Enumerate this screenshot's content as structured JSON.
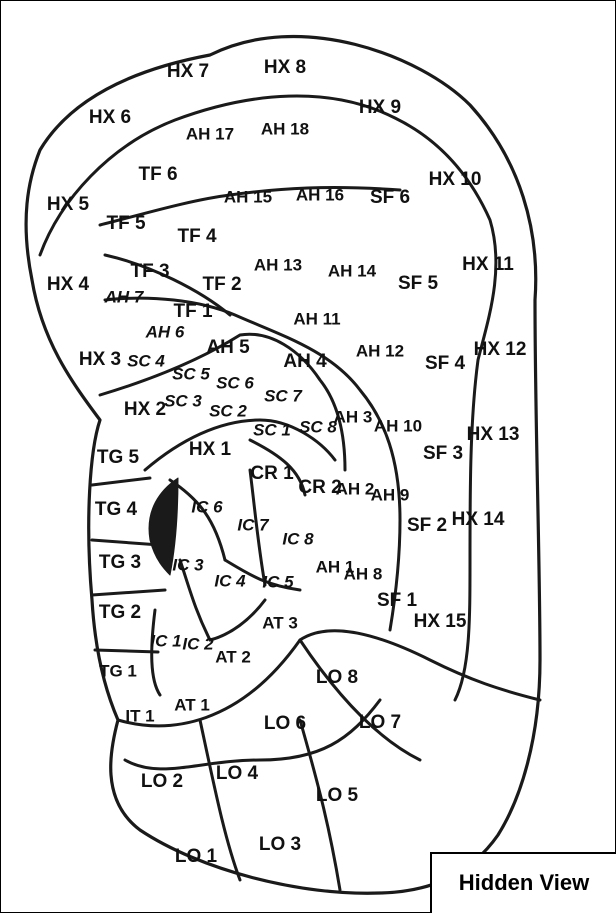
{
  "view_label": "Hidden View",
  "zones": {
    "hx": [
      "HX 1",
      "HX 2",
      "HX 3",
      "HX 4",
      "HX 5",
      "HX 6",
      "HX 7",
      "HX 8",
      "HX 9",
      "HX 10",
      "HX 11",
      "HX 12",
      "HX 13",
      "HX 14",
      "HX 15"
    ],
    "ah": [
      "AH 1",
      "AH 2",
      "AH 3",
      "AH 4",
      "AH 5",
      "AH 6",
      "AH 7",
      "AH 8",
      "AH 9",
      "AH 10",
      "AH 11",
      "AH 12",
      "AH 13",
      "AH 14",
      "AH 15",
      "AH 16",
      "AH 17",
      "AH 18"
    ],
    "tf": [
      "TF 1",
      "TF 2",
      "TF 3",
      "TF 4",
      "TF 5",
      "TF 6"
    ],
    "sf": [
      "SF 1",
      "SF 2",
      "SF 3",
      "SF 4",
      "SF 5",
      "SF 6"
    ],
    "sc": [
      "SC 1",
      "SC 2",
      "SC 3",
      "SC 4",
      "SC 5",
      "SC 6",
      "SC 7",
      "SC 8"
    ],
    "cr": [
      "CR 1",
      "CR 2"
    ],
    "ic": [
      "IC 1",
      "IC 2",
      "IC 3",
      "IC 4",
      "IC 5",
      "IC 6",
      "IC 7",
      "IC 8"
    ],
    "tg": [
      "TG 1",
      "TG 2",
      "TG 3",
      "TG 4",
      "TG 5"
    ],
    "at": [
      "AT 1",
      "AT 2",
      "AT 3"
    ],
    "it": [
      "IT 1"
    ],
    "lo": [
      "LO 1",
      "LO 2",
      "LO 3",
      "LO 4",
      "LO 5",
      "LO 6",
      "LO 7",
      "LO 8"
    ]
  }
}
